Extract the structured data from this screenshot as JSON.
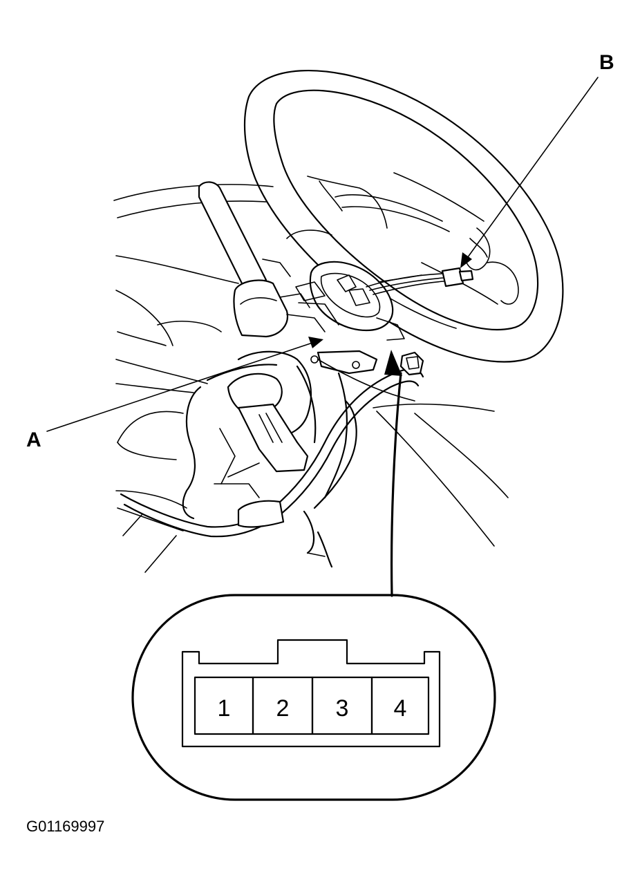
{
  "callouts": {
    "a": "A",
    "b": "B"
  },
  "connector": {
    "pins": [
      "1",
      "2",
      "3",
      "4"
    ]
  },
  "figure_code": "G01169997"
}
